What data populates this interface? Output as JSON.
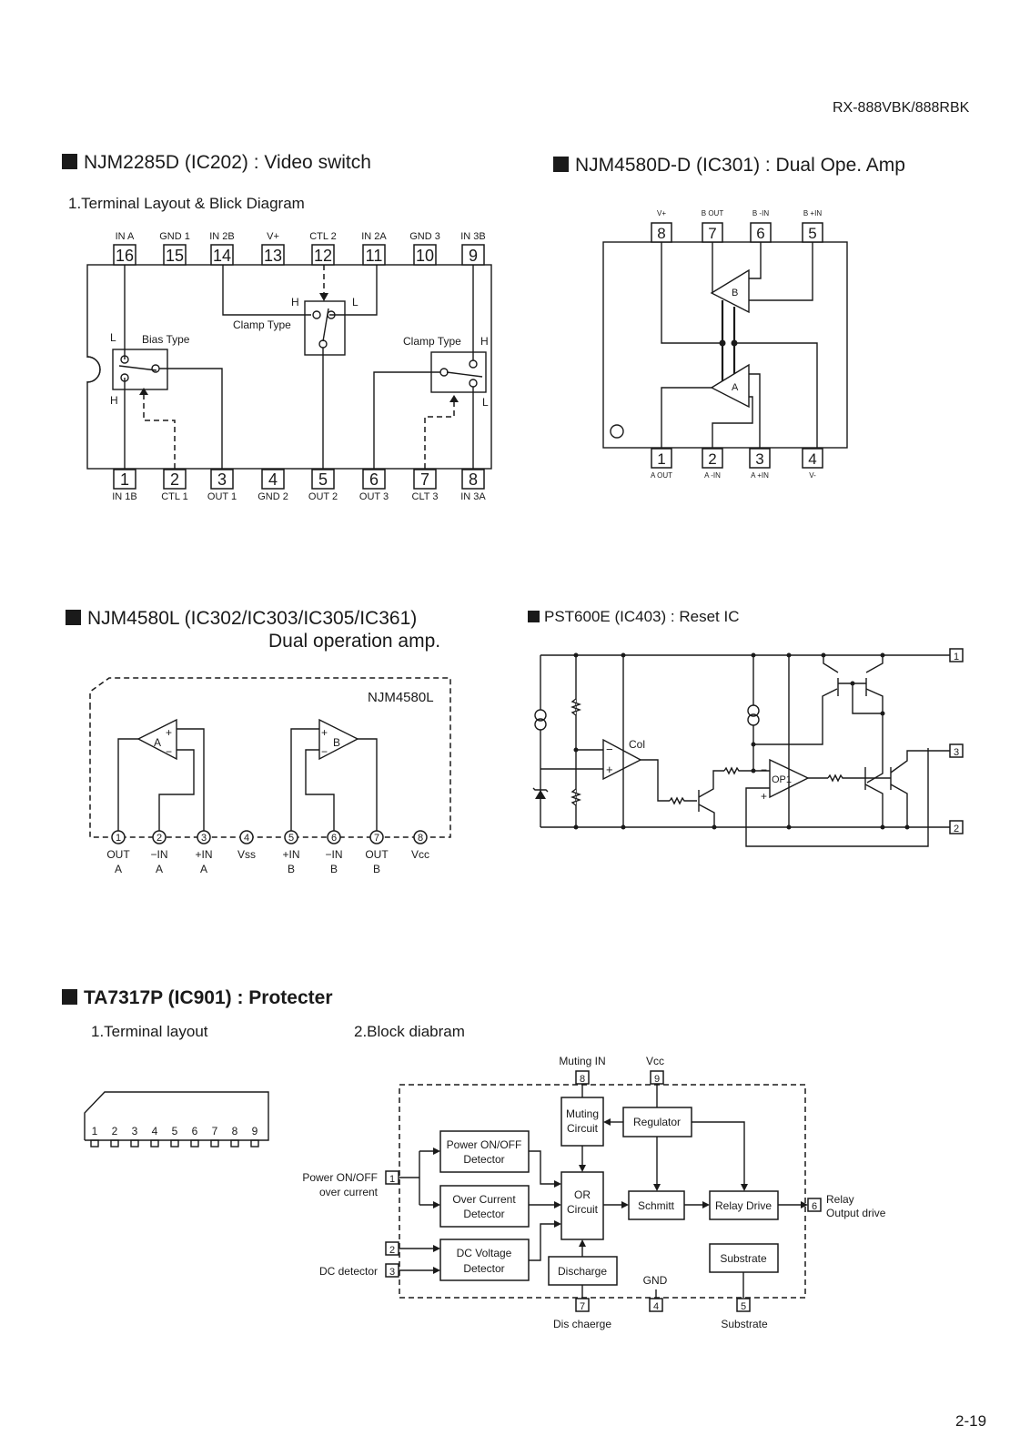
{
  "header": {
    "model": "RX-888VBK/888RBK"
  },
  "page_number": "2-19",
  "section1": {
    "title": "NJM2285D (IC202) : Video switch",
    "subtitle": "1.Terminal Layout & Blick Diagram",
    "top_pins": [
      {
        "num": "16",
        "label": "IN A"
      },
      {
        "num": "15",
        "label": "GND 1"
      },
      {
        "num": "14",
        "label": "IN 2B"
      },
      {
        "num": "13",
        "label": "V+"
      },
      {
        "num": "12",
        "label": "CTL 2"
      },
      {
        "num": "11",
        "label": "IN 2A"
      },
      {
        "num": "10",
        "label": "GND 3"
      },
      {
        "num": "9",
        "label": "IN 3B"
      }
    ],
    "bottom_pins": [
      {
        "num": "1",
        "label": "IN 1B"
      },
      {
        "num": "2",
        "label": "CTL 1"
      },
      {
        "num": "3",
        "label": "OUT 1"
      },
      {
        "num": "4",
        "label": "GND 2"
      },
      {
        "num": "5",
        "label": "OUT 2"
      },
      {
        "num": "6",
        "label": "OUT 3"
      },
      {
        "num": "7",
        "label": "CLT 3"
      },
      {
        "num": "8",
        "label": "IN 3A"
      }
    ],
    "labels": {
      "bias_type": "Bias Type",
      "clamp_type_center": "Clamp Type",
      "clamp_type_right": "Clamp Type",
      "H": "H",
      "L": "L"
    }
  },
  "section2": {
    "title": "NJM4580D-D (IC301) : Dual Ope. Amp",
    "top_pins": [
      {
        "num": "8",
        "label": "V+"
      },
      {
        "num": "7",
        "label": "B OUT"
      },
      {
        "num": "6",
        "label": "B -IN"
      },
      {
        "num": "5",
        "label": "B +IN"
      }
    ],
    "bottom_pins": [
      {
        "num": "1",
        "label": "A OUT"
      },
      {
        "num": "2",
        "label": "A -IN"
      },
      {
        "num": "3",
        "label": "A +IN"
      },
      {
        "num": "4",
        "label": "V-"
      }
    ],
    "amp_labels": {
      "a": "A",
      "b": "B"
    }
  },
  "section3": {
    "title_line1": "NJM4580L (IC302/IC303/IC305/IC361)",
    "title_line2": "Dual operation amp.",
    "chip_label": "NJM4580L",
    "pins": [
      {
        "num": "1",
        "label1": "OUT",
        "label2": "A"
      },
      {
        "num": "2",
        "label1": "−IN",
        "label2": "A"
      },
      {
        "num": "3",
        "label1": "+IN",
        "label2": "A"
      },
      {
        "num": "4",
        "label1": "Vss",
        "label2": ""
      },
      {
        "num": "5",
        "label1": "+IN",
        "label2": "B"
      },
      {
        "num": "6",
        "label1": "−IN",
        "label2": "B"
      },
      {
        "num": "7",
        "label1": "OUT",
        "label2": "B"
      },
      {
        "num": "8",
        "label1": "Vcc",
        "label2": ""
      }
    ],
    "amp_labels": {
      "a": "A",
      "b": "B",
      "plus": "+",
      "minus": "−"
    }
  },
  "section4": {
    "title": "PST600E (IC403) : Reset IC",
    "pins": [
      "1",
      "3",
      "2"
    ],
    "labels": {
      "col": "Col",
      "op1": "OP1",
      "plus": "+",
      "minus": "−"
    }
  },
  "section5": {
    "title": "TA7317P (IC901) : Protecter",
    "subtitle1": "1.Terminal layout",
    "subtitle2": "2.Block diabram",
    "package_pins": [
      "1",
      "2",
      "3",
      "4",
      "5",
      "6",
      "7",
      "8",
      "9"
    ],
    "blocks": {
      "power_detector": [
        "Power ON/OFF",
        "Detector"
      ],
      "over_current": [
        "Over Current",
        "Detector"
      ],
      "dc_voltage": [
        "DC Voltage",
        "Detector"
      ],
      "muting": [
        "Muting",
        "Circuit"
      ],
      "or_circuit": [
        "OR",
        "Circuit"
      ],
      "discharge": "Discharge",
      "regulator": "Regulator",
      "schmitt": "Schmitt",
      "relay_drive": "Relay Drive",
      "substrate": "Substrate"
    },
    "pin_labels": {
      "p1": [
        "Power ON/OFF",
        "over current"
      ],
      "p3": "DC detector",
      "p8": "Muting IN",
      "p9": "Vcc",
      "p6": [
        "Relay",
        "Output drive"
      ],
      "p7": "Dis chaerge",
      "p4": "GND",
      "p5": "Substrate"
    },
    "pin_nums": {
      "p1": "1",
      "p2": "2",
      "p3": "3",
      "p4": "4",
      "p5": "5",
      "p6": "6",
      "p7": "7",
      "p8": "8",
      "p9": "9"
    }
  }
}
